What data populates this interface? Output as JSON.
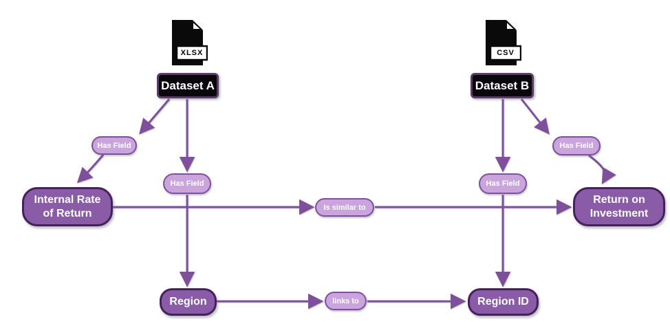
{
  "diagram": {
    "dataset_a": {
      "label": "Dataset A",
      "file_type": "XLSX"
    },
    "dataset_b": {
      "label": "Dataset B",
      "file_type": "CSV"
    },
    "fields": {
      "internal_rate_of_return": "Internal Rate of Return",
      "region": "Region",
      "return_on_investment": "Return on Investment",
      "region_id": "Region ID"
    },
    "edge_labels": {
      "a_has_field_irr": "Has Field",
      "a_has_field_region": "Has Field",
      "b_has_field_region_id": "Has Field",
      "b_has_field_roi": "Has Field",
      "similarity": "Is similar to",
      "link": "links to"
    },
    "colors": {
      "edge": "#7e509c",
      "node_fill": "#8a5ba6",
      "node_border": "#44215a",
      "label_fill": "#c9a4dd",
      "label_border": "#7e509c",
      "dataset_fill": "#0a070c",
      "dataset_border": "#5a3c68",
      "text": "#ffffff"
    }
  }
}
